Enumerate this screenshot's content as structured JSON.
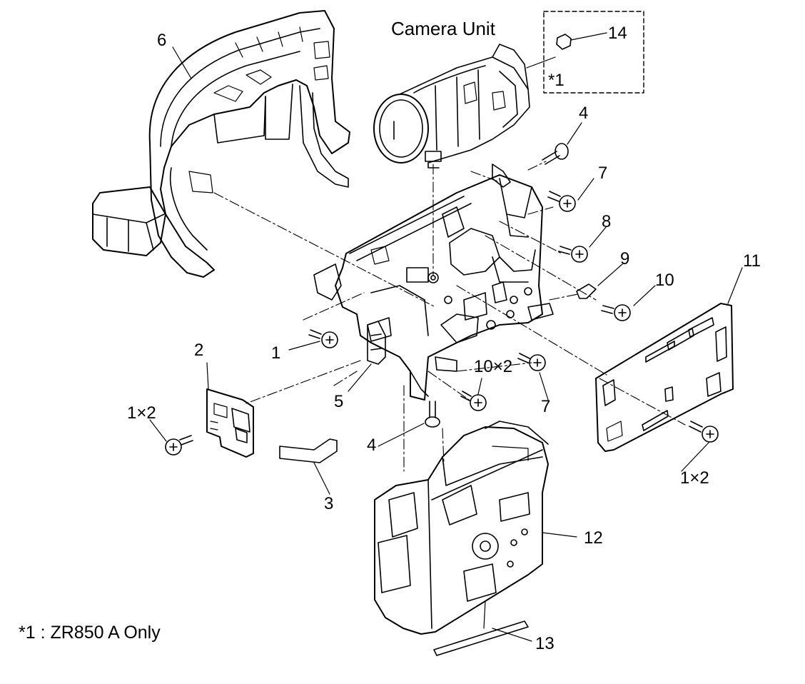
{
  "title": "Camera Unit",
  "note": "*1 : ZR850 A Only",
  "inset_mark": "*1",
  "callouts": {
    "c1": "1",
    "c1x2_left": "1×2",
    "c1x2_right": "1×2",
    "c2": "2",
    "c3": "3",
    "c4_top": "4",
    "c4_bottom": "4",
    "c5": "5",
    "c6": "6",
    "c7_top": "7",
    "c7_bottom": "7",
    "c8": "8",
    "c9": "9",
    "c10": "10",
    "c10x2": "10×2",
    "c11": "11",
    "c12": "12",
    "c13": "13",
    "c14": "14"
  },
  "colors": {
    "line": "#000000",
    "background": "#ffffff",
    "shade": "#d9d9d9"
  }
}
